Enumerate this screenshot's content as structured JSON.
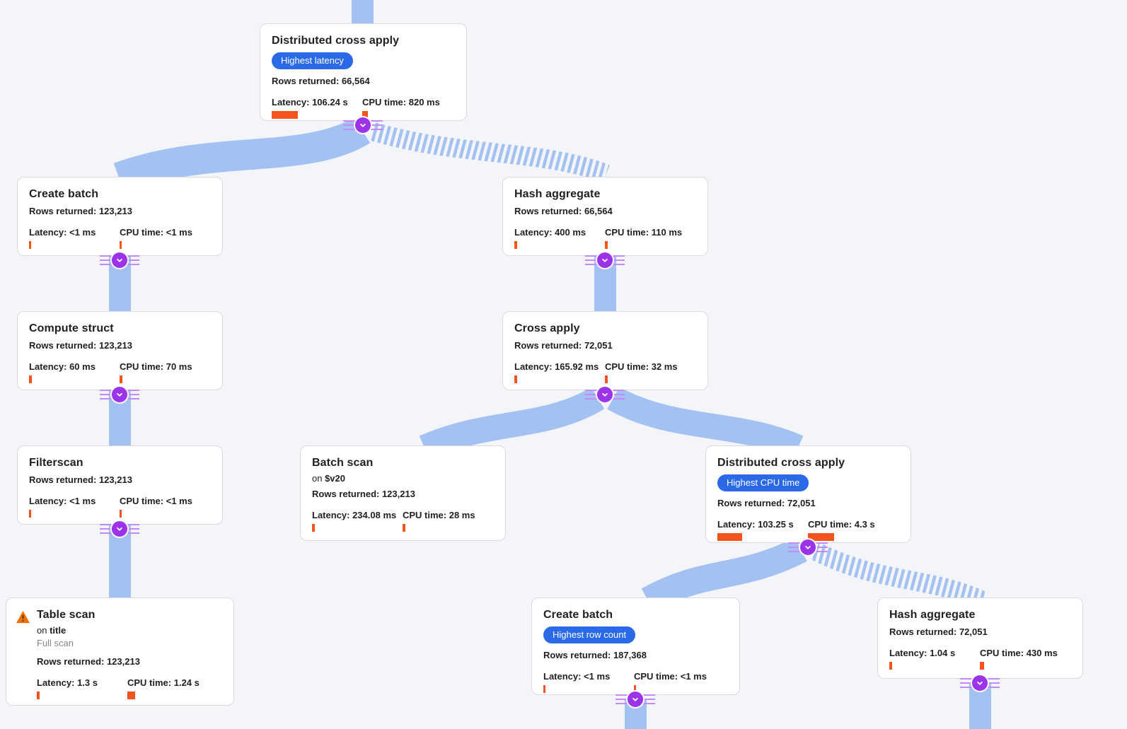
{
  "diagram": {
    "type": "query-execution-plan-tree",
    "colors": {
      "background": "#f4f5f9",
      "band_blue": "#a3c2f2",
      "badge_blue": "#2a6ae8",
      "metric_orange": "#f4551e",
      "connector_purple": "#9c33e8",
      "connector_stripe": "#c58af9",
      "warning_orange": "#e8710a",
      "card_border": "#d9dbe0",
      "muted_text": "#82878c"
    },
    "edges": [
      {
        "from": "root",
        "to": "distributed-cross-apply-1",
        "style": "solid"
      },
      {
        "from": "distributed-cross-apply-1",
        "to": "create-batch-1",
        "style": "solid"
      },
      {
        "from": "distributed-cross-apply-1",
        "to": "hash-aggregate-1",
        "style": "striped"
      },
      {
        "from": "create-batch-1",
        "to": "compute-struct",
        "style": "solid"
      },
      {
        "from": "compute-struct",
        "to": "filterscan",
        "style": "solid"
      },
      {
        "from": "filterscan",
        "to": "table-scan",
        "style": "solid"
      },
      {
        "from": "hash-aggregate-1",
        "to": "cross-apply",
        "style": "solid"
      },
      {
        "from": "cross-apply",
        "to": "batch-scan",
        "style": "solid"
      },
      {
        "from": "cross-apply",
        "to": "distributed-cross-apply-2",
        "style": "solid"
      },
      {
        "from": "distributed-cross-apply-2",
        "to": "create-batch-2",
        "style": "solid"
      },
      {
        "from": "distributed-cross-apply-2",
        "to": "hash-aggregate-2",
        "style": "striped"
      },
      {
        "from": "create-batch-2",
        "to": "offscreen-below",
        "style": "solid"
      },
      {
        "from": "hash-aggregate-2",
        "to": "offscreen-below",
        "style": "solid"
      }
    ],
    "connector_icon": "chevron-down"
  },
  "nodes": [
    {
      "title": "Distributed cross apply",
      "badge": "Highest latency",
      "rows": "Rows returned: 66,564",
      "latency": "Latency: 106.24 s",
      "cpu": "CPU time: 820 ms",
      "latency_bar": 37,
      "cpu_bar": 8
    },
    {
      "title": "Create batch",
      "rows": "Rows returned: 123,213",
      "latency": "Latency: <1 ms",
      "cpu": "CPU time: <1 ms",
      "latency_bar": 3,
      "cpu_bar": 3
    },
    {
      "title": "Compute struct",
      "rows": "Rows returned: 123,213",
      "latency": "Latency: 60 ms",
      "cpu": "CPU time: 70 ms",
      "latency_bar": 4,
      "cpu_bar": 4
    },
    {
      "title": "Filterscan",
      "rows": "Rows returned: 123,213",
      "latency": "Latency: <1 ms",
      "cpu": "CPU time: <1 ms",
      "latency_bar": 3,
      "cpu_bar": 3
    },
    {
      "title": "Table scan",
      "warning": "warning",
      "on_prefix": "on ",
      "on_target": "title",
      "subtitle": "Full scan",
      "rows": "Rows returned: 123,213",
      "latency": "Latency: 1.3 s",
      "cpu": "CPU time: 1.24 s",
      "latency_bar": 4,
      "cpu_bar": 11
    },
    {
      "title": "Hash aggregate",
      "rows": "Rows returned: 66,564",
      "latency": "Latency: 400 ms",
      "cpu": "CPU time: 110 ms",
      "latency_bar": 4,
      "cpu_bar": 4
    },
    {
      "title": "Cross apply",
      "rows": "Rows returned: 72,051",
      "latency": "Latency: 165.92 ms",
      "cpu": "CPU time: 32 ms",
      "latency_bar": 4,
      "cpu_bar": 4
    },
    {
      "title": "Batch scan",
      "on_prefix": "on ",
      "on_target": "$v20",
      "rows": "Rows returned: 123,213",
      "latency": "Latency: 234.08 ms",
      "cpu": "CPU time: 28 ms",
      "latency_bar": 4,
      "cpu_bar": 4
    },
    {
      "title": "Distributed cross apply",
      "badge": "Highest CPU time",
      "rows": "Rows returned: 72,051",
      "latency": "Latency: 103.25 s",
      "cpu": "CPU time: 4.3 s",
      "latency_bar": 35,
      "cpu_bar": 37
    },
    {
      "title": "Create batch",
      "badge": "Highest row count",
      "rows": "Rows returned: 187,368",
      "latency": "Latency: <1 ms",
      "cpu": "CPU time: <1 ms",
      "latency_bar": 3,
      "cpu_bar": 3
    },
    {
      "title": "Hash aggregate",
      "rows": "Rows returned: 72,051",
      "latency": "Latency: 1.04 s",
      "cpu": "CPU time: 430 ms",
      "latency_bar": 4,
      "cpu_bar": 6
    }
  ]
}
